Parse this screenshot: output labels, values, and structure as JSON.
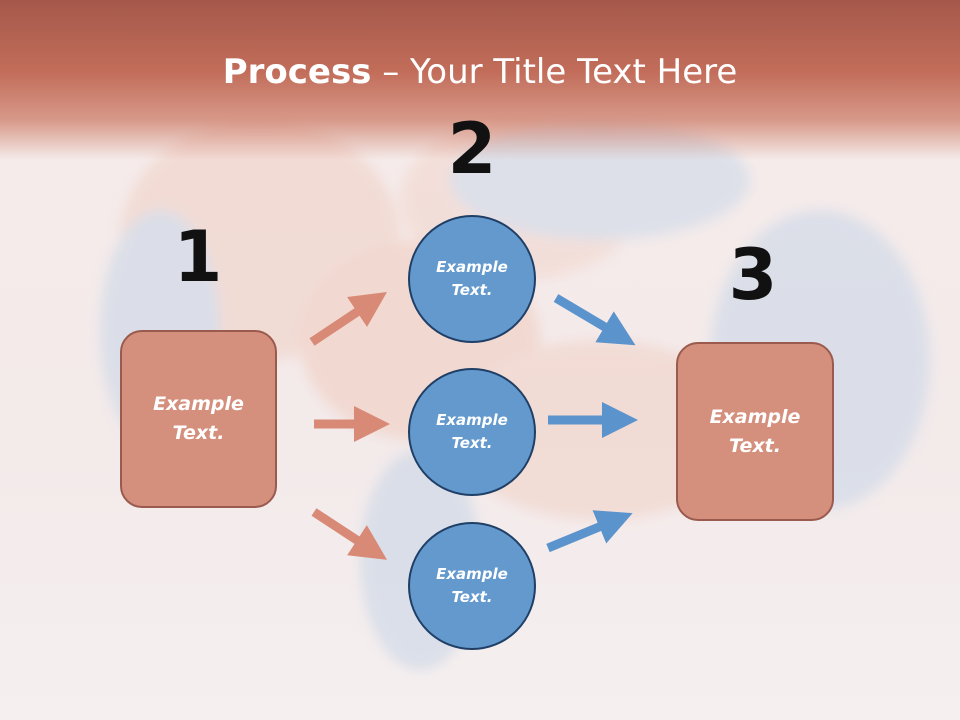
{
  "title": {
    "bold": "Process",
    "rest": " – Your Title Text Here"
  },
  "steps": [
    {
      "number": "1",
      "text_line1": "Example",
      "text_line2": "Text."
    },
    {
      "number": "2"
    },
    {
      "number": "3",
      "text_line1": "Example",
      "text_line2": "Text."
    }
  ],
  "circles": [
    {
      "line1": "Example",
      "line2": "Text."
    },
    {
      "line1": "Example",
      "line2": "Text."
    },
    {
      "line1": "Example",
      "line2": "Text."
    }
  ],
  "colors": {
    "header": "#c26d5a",
    "box_fill": "#d4907d",
    "circle_fill": "#6399cc",
    "arrow_left": "#d88a77",
    "arrow_right": "#5b93cc"
  }
}
